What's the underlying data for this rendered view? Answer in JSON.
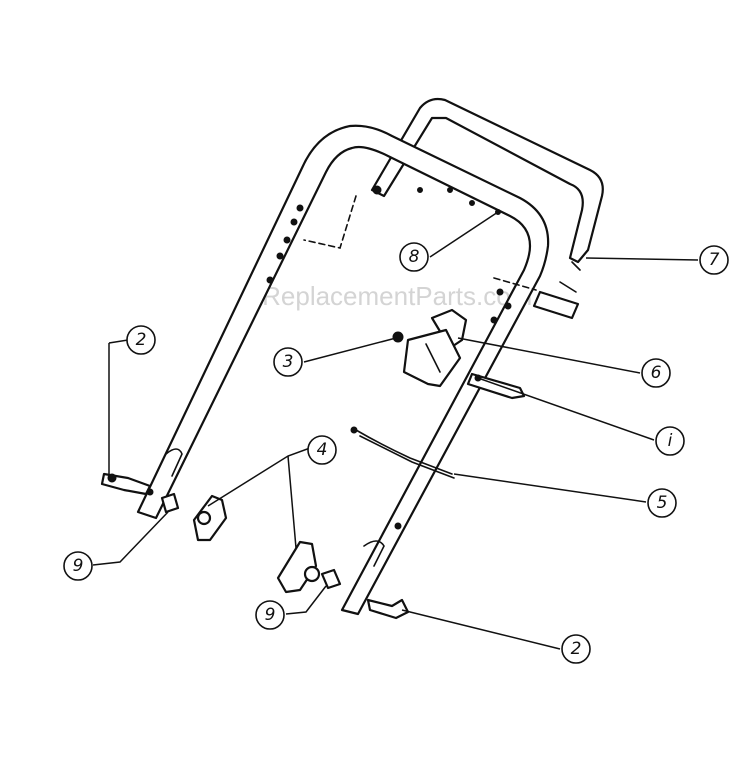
{
  "watermark": "eReplacementParts.com",
  "callouts": [
    {
      "id": "c1",
      "label": "2"
    },
    {
      "id": "c2",
      "label": "3"
    },
    {
      "id": "c3",
      "label": "4"
    },
    {
      "id": "c4",
      "label": "8"
    },
    {
      "id": "c5",
      "label": "7"
    },
    {
      "id": "c6",
      "label": "6"
    },
    {
      "id": "c7",
      "label": "i"
    },
    {
      "id": "c8",
      "label": "5"
    },
    {
      "id": "c9",
      "label": "9"
    },
    {
      "id": "c10",
      "label": "9"
    },
    {
      "id": "c11",
      "label": "2"
    }
  ]
}
